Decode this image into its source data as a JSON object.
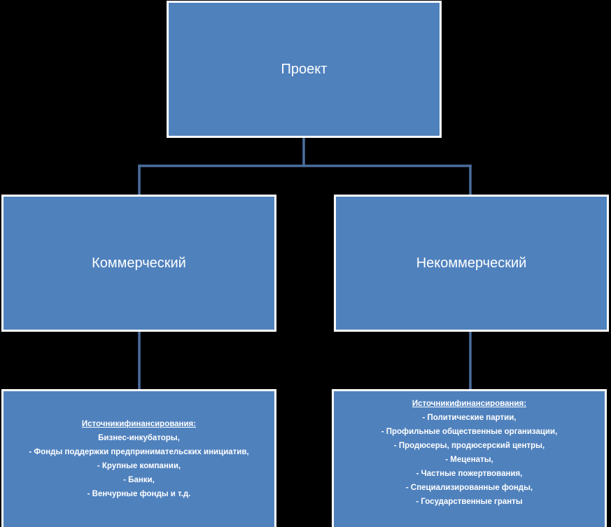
{
  "diagram": {
    "root": {
      "label": "Проект"
    },
    "branches": [
      {
        "label": "Коммерческий",
        "sources_heading": "Источникифинансирования:",
        "sources": [
          "Бизнес-инкубаторы,",
          "- Фонды поддержки предпринимательских инициатив,",
          "- Крупные компании,",
          "- Банки,",
          "- Венчурные фонды и т.д."
        ]
      },
      {
        "label": "Некоммерческий",
        "sources_heading": "Источникифинансирования:",
        "sources": [
          "- Политические партии,",
          "- Профильные общественные организации,",
          "- Продюсеры, продюсерский центры,",
          "- Меценаты,",
          "- Частные пожертвования,",
          "- Специализированные фонды,",
          "- Государственные гранты"
        ]
      }
    ]
  },
  "colors": {
    "background": "#000000",
    "box_fill": "#4f81bd",
    "box_border": "#ffffff",
    "connector": "#4a6e9d",
    "text": "#ffffff"
  }
}
